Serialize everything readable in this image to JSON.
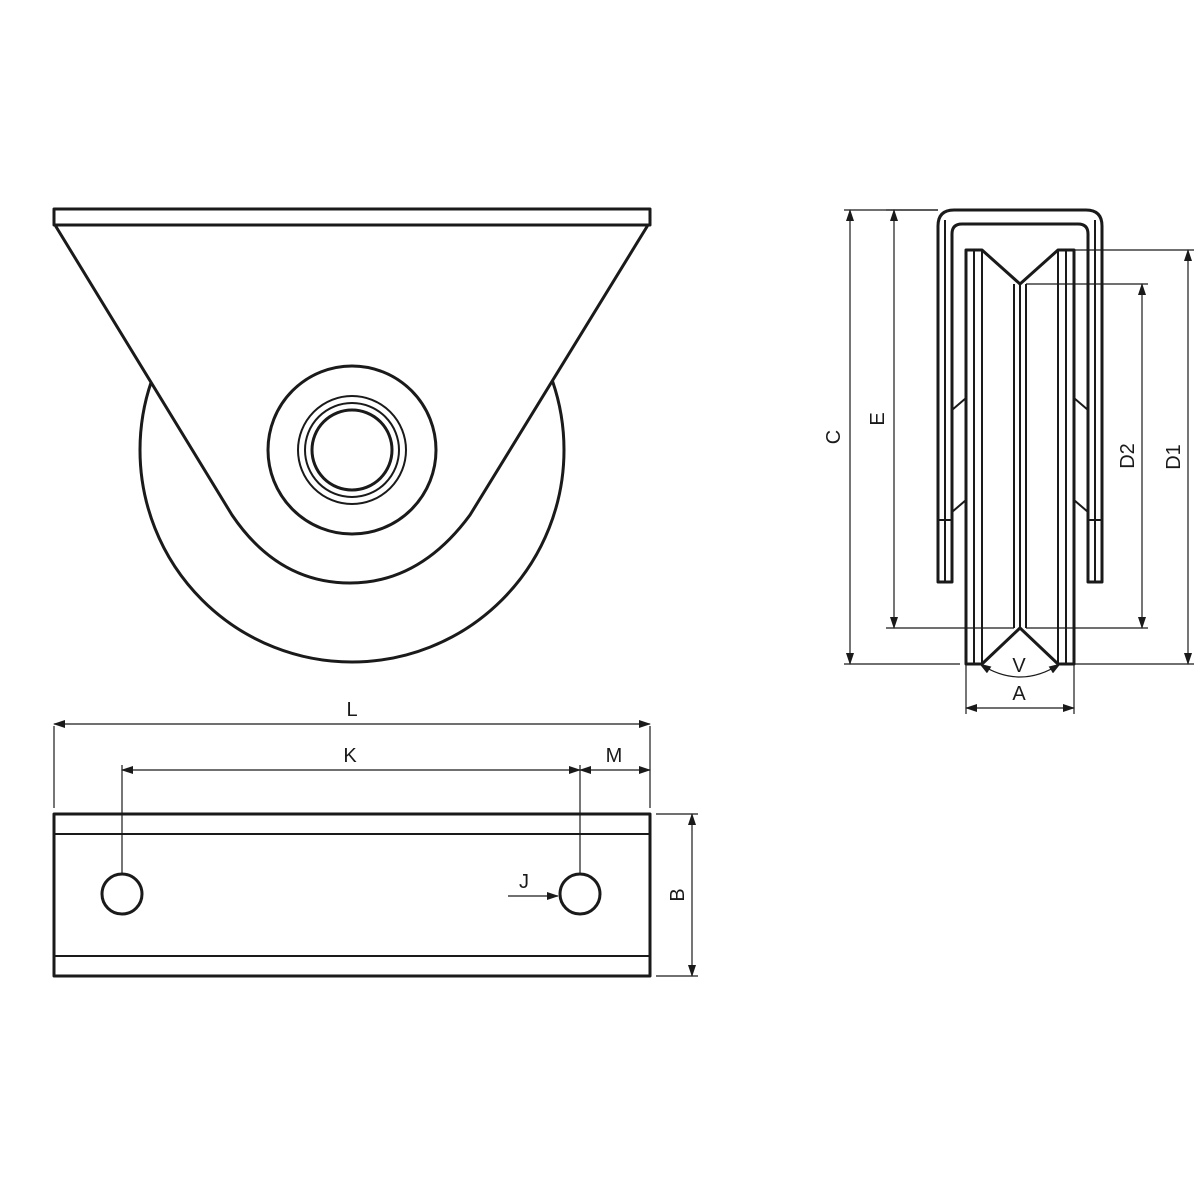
{
  "dimensions": {
    "L": "L",
    "K": "K",
    "M": "M",
    "J": "J",
    "B": "B",
    "C": "C",
    "E": "E",
    "D2": "D2",
    "D1": "D1",
    "V": "V",
    "A": "A"
  }
}
